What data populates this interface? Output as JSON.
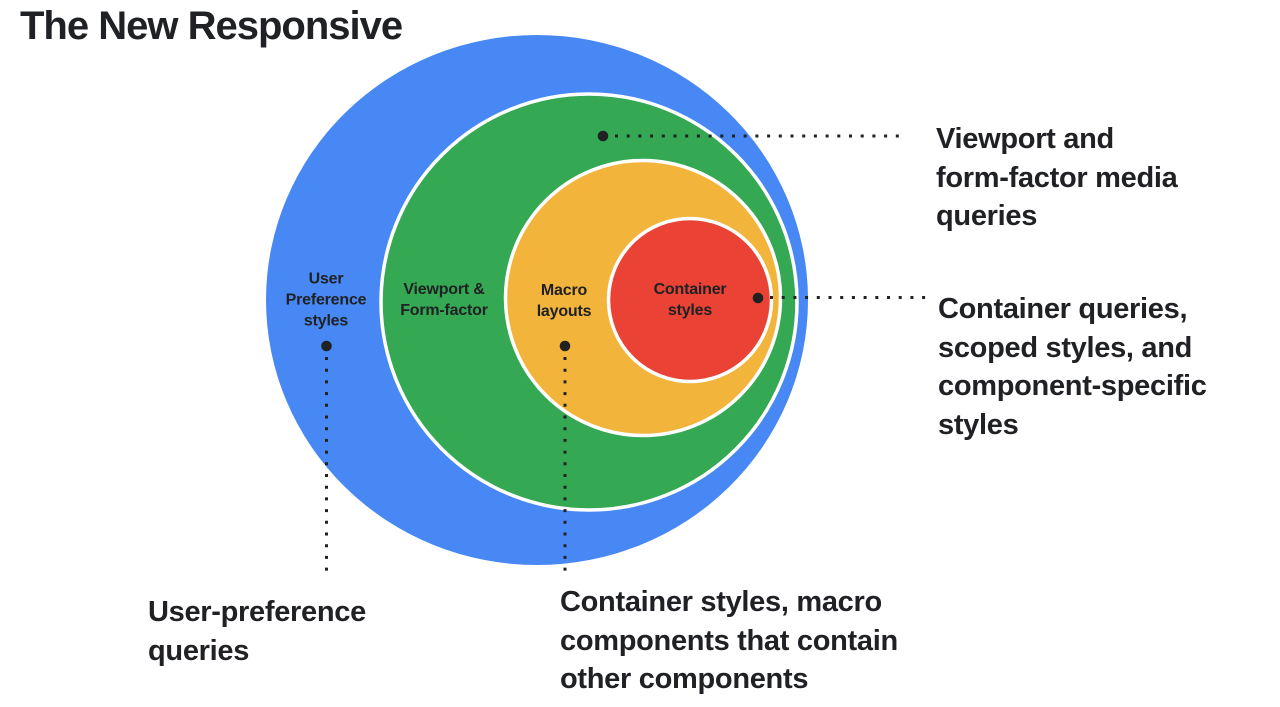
{
  "title": "The New Responsive",
  "colors": {
    "connector": "#212121",
    "text": "#202124",
    "background": "#ffffff",
    "ring_stroke": "#ffffff"
  },
  "rings": {
    "user_preference": {
      "label": "User\nPreference\nstyles",
      "color": "#4788F4"
    },
    "viewport_form_factor": {
      "label": "Viewport &\nForm-factor",
      "color": "#34A853"
    },
    "macro_layouts": {
      "label": "Macro\nlayouts",
      "color": "#F2B43B"
    },
    "container_styles": {
      "label": "Container\nstyles",
      "color": "#EA4335"
    }
  },
  "annotations": {
    "viewport_media_queries": "Viewport and\nform-factor media\nqueries",
    "container_queries": "Container queries,\nscoped styles, and\ncomponent-specific\nstyles",
    "user_preference_queries": "User-preference\nqueries",
    "container_styles_macro": "Container styles, macro\ncomponents that contain\nother components"
  }
}
